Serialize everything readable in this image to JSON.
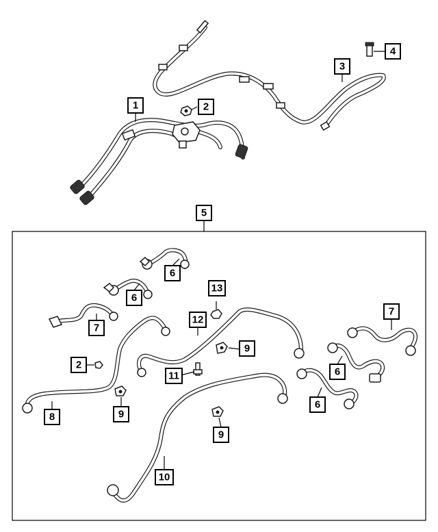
{
  "callouts": {
    "c1": "1",
    "c2_top": "2",
    "c3": "3",
    "c4": "4",
    "c5": "5",
    "c6_a": "6",
    "c6_b": "6",
    "c6_c": "6",
    "c6_d": "6",
    "c7_a": "7",
    "c7_b": "7",
    "c13": "13",
    "c12": "12",
    "c9_a": "9",
    "c2_kit": "2",
    "c11": "11",
    "c8": "8",
    "c9_b": "9",
    "c9_c": "9",
    "c10": "10"
  },
  "colors": {
    "line": "#1a1a1a",
    "background": "#ffffff"
  }
}
